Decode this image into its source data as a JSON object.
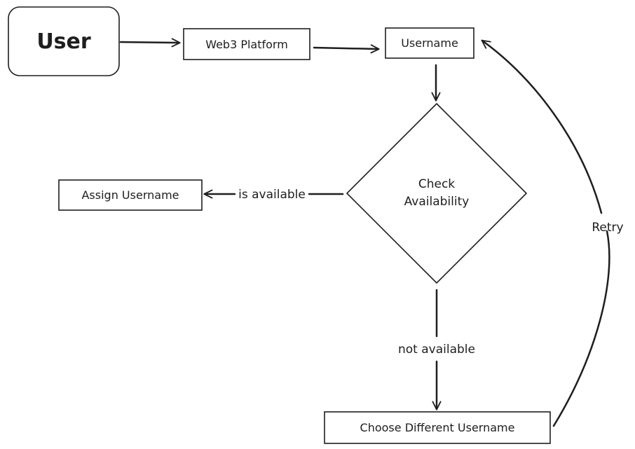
{
  "diagram": {
    "accent_color": "#bef03c",
    "stroke_color": "#1e1e1e",
    "nodes": {
      "user": {
        "label": "User",
        "shape": "rounded-rect",
        "fill": "#bef03c"
      },
      "web3_platform": {
        "label": "Web3 Platform",
        "shape": "rect"
      },
      "username": {
        "label": "Username",
        "shape": "rect"
      },
      "check_availability": {
        "label_line1": "Check",
        "label_line2": "Availability",
        "shape": "diamond"
      },
      "assign_username": {
        "label": "Assign Username",
        "shape": "rect"
      },
      "choose_different": {
        "label": "Choose Different Username",
        "shape": "rect"
      }
    },
    "edges": {
      "is_available": {
        "label": "is available",
        "from": "check_availability",
        "to": "assign_username"
      },
      "not_available": {
        "label": "not available",
        "from": "check_availability",
        "to": "choose_different"
      },
      "retry": {
        "label": "Retry",
        "from": "choose_different",
        "to": "username"
      }
    }
  }
}
